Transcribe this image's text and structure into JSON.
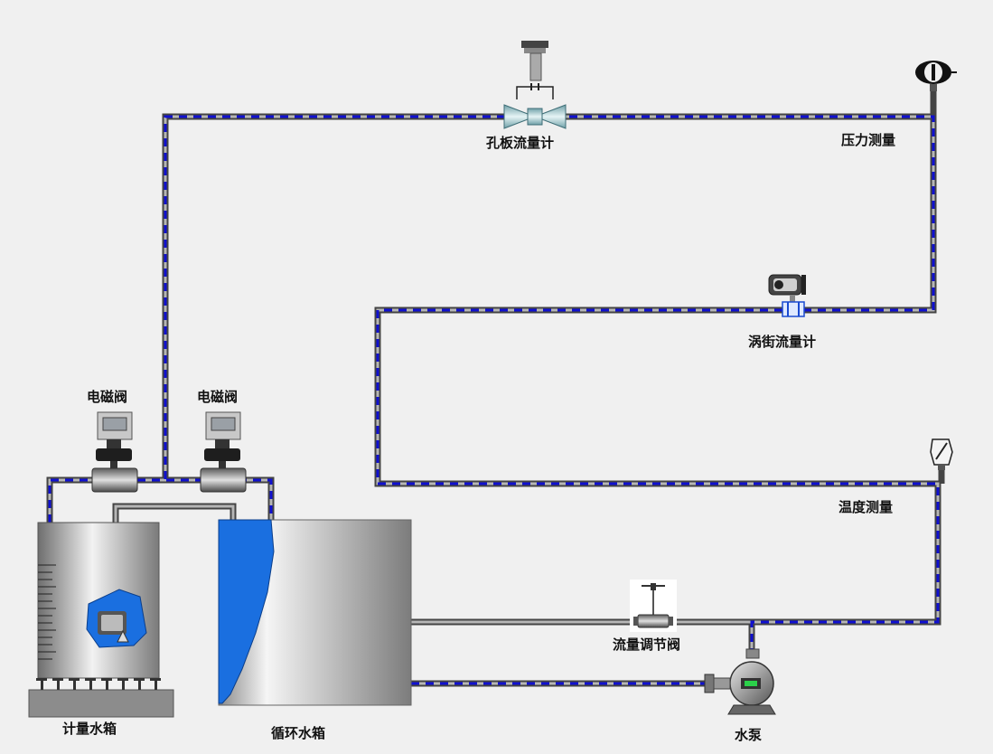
{
  "labels": {
    "orifice_flowmeter": "孔板流量计",
    "pressure_measurement": "压力测量",
    "vortex_flowmeter": "涡街流量计",
    "solenoid_valve_1": "电磁阀",
    "solenoid_valve_2": "电磁阀",
    "temperature_measurement": "温度测量",
    "flow_control_valve": "流量调节阀",
    "metering_tank": "计量水箱",
    "circulation_tank": "循环水箱",
    "pump": "水泵"
  },
  "colors": {
    "background": "#f0f0f0",
    "pipe_outer": "#444444",
    "pipe_inner": "#b4b4b4",
    "flow_dash": "#1010d0",
    "water": "#1a6fe0",
    "tank_metal": "#9a9a9a"
  }
}
